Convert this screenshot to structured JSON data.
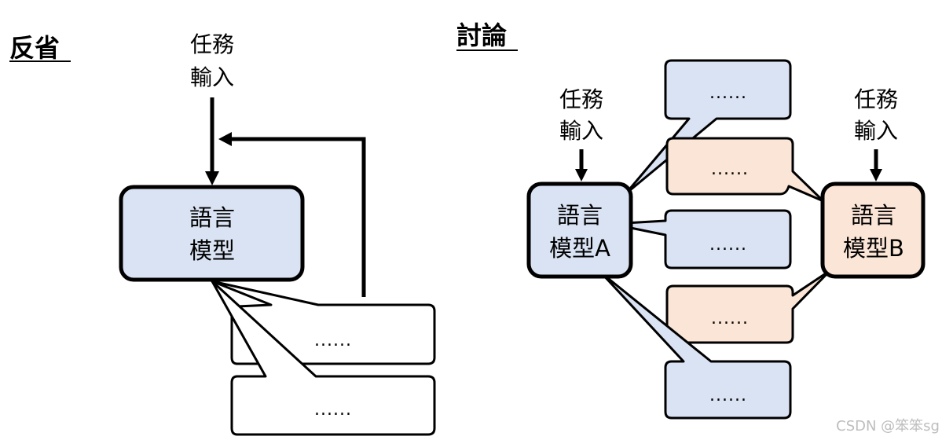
{
  "colors": {
    "blue_fill": "#dae3f3",
    "orange_fill": "#fbe5d6",
    "white_fill": "#ffffff",
    "stroke": "#000000"
  },
  "reflection": {
    "title": "反省",
    "task_input": [
      "任務",
      "輸入"
    ],
    "model": [
      "語言",
      "模型"
    ],
    "bubbles": [
      "......",
      "......"
    ]
  },
  "discussion": {
    "title": "討論",
    "task_input_a": [
      "任務",
      "輸入"
    ],
    "task_input_b": [
      "任務",
      "輸入"
    ],
    "model_a": [
      "語言",
      "模型A"
    ],
    "model_b": [
      "語言",
      "模型B"
    ],
    "bubbles": [
      {
        "speaker": "A",
        "text": "......"
      },
      {
        "speaker": "B",
        "text": "......"
      },
      {
        "speaker": "A",
        "text": "......"
      },
      {
        "speaker": "B",
        "text": "......"
      },
      {
        "speaker": "A",
        "text": "......"
      }
    ]
  },
  "watermark": "CSDN @笨笨sg"
}
